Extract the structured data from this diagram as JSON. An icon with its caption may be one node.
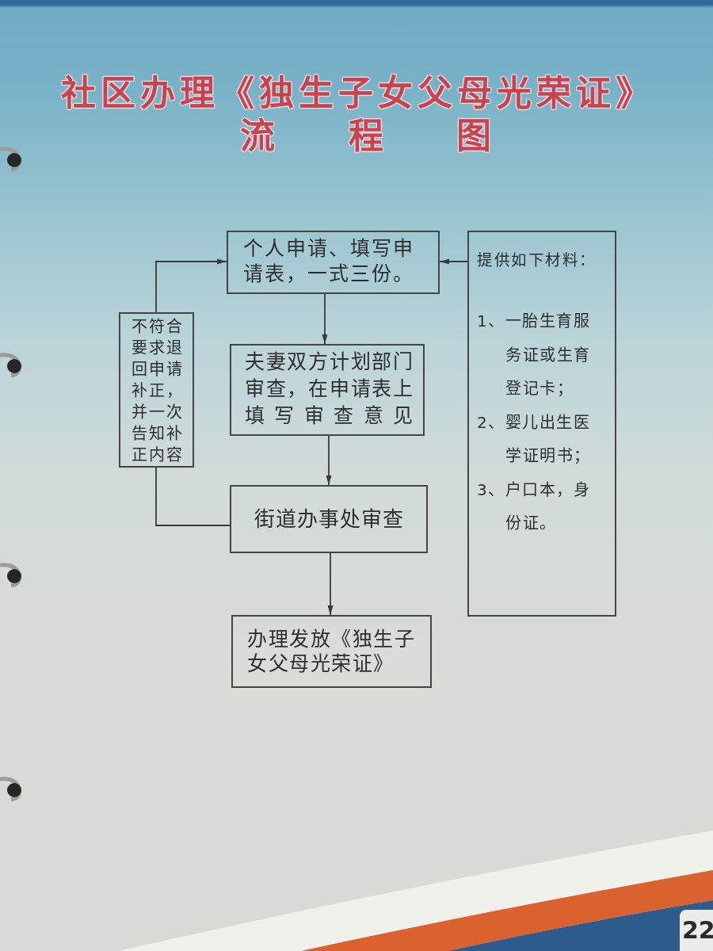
{
  "diagram": {
    "title": "社区办理《独生子女父母光荣证》流程图",
    "nodes": [
      {
        "text": [
          "个人申请、填写申请表，一式三份。"
        ]
      },
      {
        "text": [
          "夫妻双方计划部门审查，在申请表上填写审查意见"
        ]
      },
      {
        "text": [
          "街道办事处审查"
        ]
      },
      {
        "text": [
          "办理发放《独生子女父母光荣证》"
        ]
      },
      {
        "text": [
          "不符合要求退回申请补正，并一次告知补正内容"
        ]
      },
      {
        "text": [
          "提供如下材料：",
          "1、一胎生育服务证或生育登记卡；",
          "2、婴儿出生医学证明书；",
          "3、户口本，身份证。"
        ]
      }
    ],
    "edges": [
      {
        "from": 0,
        "to": 1,
        "arrow": "to"
      },
      {
        "from": 1,
        "to": 2,
        "arrow": "to"
      },
      {
        "from": 2,
        "to": 3,
        "arrow": "to"
      },
      {
        "from": 5,
        "to": 0,
        "arrow": "to"
      },
      {
        "from": 2,
        "to": 4,
        "arrow": "none"
      },
      {
        "from": 4,
        "to": 0,
        "arrow": "to"
      }
    ],
    "labels": [
      "22"
    ]
  }
}
